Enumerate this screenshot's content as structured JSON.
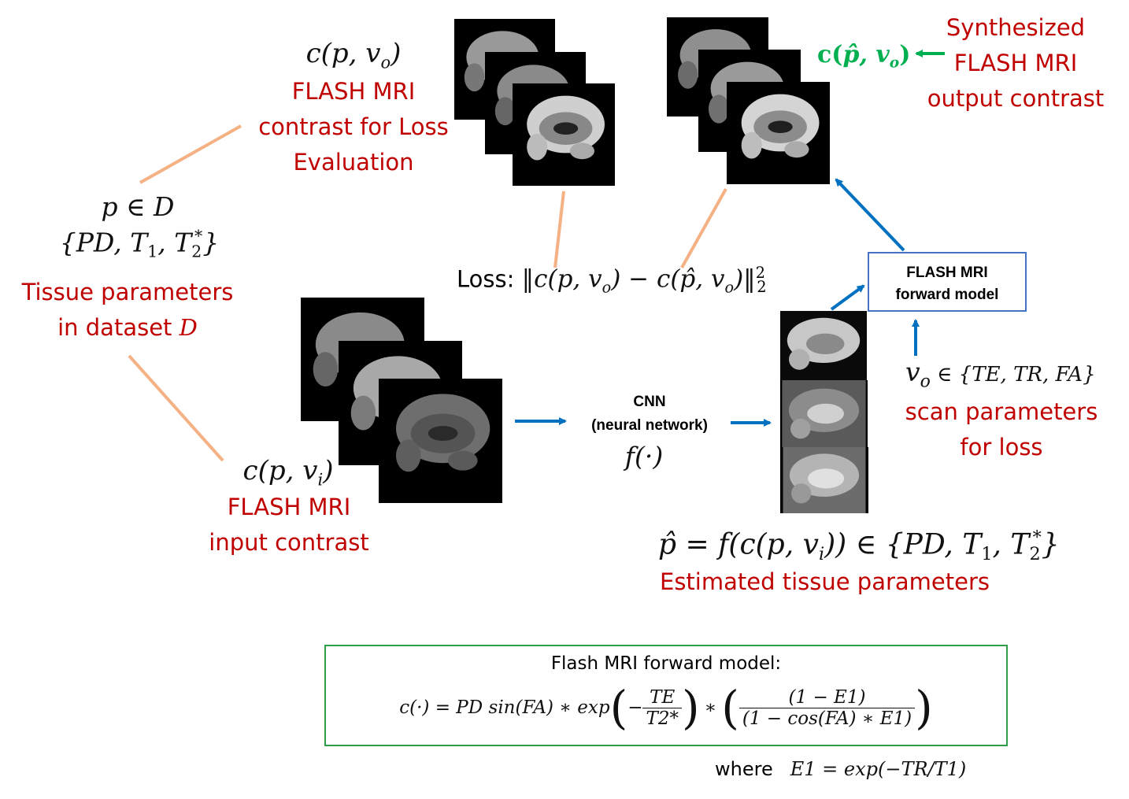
{
  "top_left": {
    "math": "c(p, v",
    "math_sub": "o",
    "math_tail": ")",
    "label_lines": [
      "FLASH  MRI",
      "contrast for Loss",
      "Evaluation"
    ]
  },
  "top_right": {
    "math_prefix": "c(",
    "math_phat": "p̂",
    "math_mid": ", v",
    "math_sub": "o",
    "math_tail": ")",
    "label_lines": [
      "Synthesized",
      "FLASH MRI",
      "output contrast"
    ]
  },
  "tissue": {
    "math_line1": "p ∈ D",
    "math_line2_a": "{PD, T",
    "math_line2_sub1": "1",
    "math_line2_b": ", T",
    "math_line2_sub2": "2",
    "math_line2_sup2": "*",
    "math_line2_c": "}",
    "label_line1": "Tissue parameters",
    "label_line2_text": "in dataset ",
    "label_line2_math": "D"
  },
  "loss": {
    "text": "Loss: ",
    "math_a": "‖c(p, v",
    "math_sub1": "o",
    "math_b": ") − c(p̂, v",
    "math_sub2": "o",
    "math_c": ")‖",
    "math_sup": "2",
    "math_sub3": "2"
  },
  "forward_model_box": {
    "line1": "FLASH MRI",
    "line2": "forward model"
  },
  "scan_params": {
    "math_a": "v",
    "math_sub": "o",
    "math_b": " ∈ {TE, TR, FA}",
    "label_lines": [
      "scan parameters",
      "for loss"
    ]
  },
  "cnn": {
    "line1": "CNN",
    "line2": "(neural network)",
    "math": "f(·)"
  },
  "input": {
    "math_a": "c(p, v",
    "math_sub": "i",
    "math_b": ")",
    "label_lines": [
      "FLASH  MRI",
      "input contrast"
    ]
  },
  "estimate": {
    "math_a": "p̂ = f(c(p, v",
    "math_sub": "i",
    "math_b": ")) ∈ {PD, T",
    "math_sub2": "1",
    "math_c": ", T",
    "math_sub3": "2",
    "math_sup3": "*",
    "math_d": "}",
    "label": "Estimated tissue parameters"
  },
  "formula_box": {
    "title": "Flash MRI forward model:",
    "lhs": "c(·) =  PD sin(FA) ∗  exp",
    "frac1_num": "TE",
    "frac1_den": "T2*",
    "mid": "∗",
    "frac2_num": "(1  −  E1)",
    "frac2_den": "(1  −  cos(FA) ∗ E1)",
    "minus": "−"
  },
  "where": {
    "text": "where",
    "math": "E1  =  exp(−TR/T1)"
  },
  "colors": {
    "red": "#c00000",
    "green": "#00b050",
    "blue_arrow": "#0070c0",
    "orange_line": "#f4b183",
    "box_blue": "#4472c4",
    "box_green": "#2e9e48"
  }
}
